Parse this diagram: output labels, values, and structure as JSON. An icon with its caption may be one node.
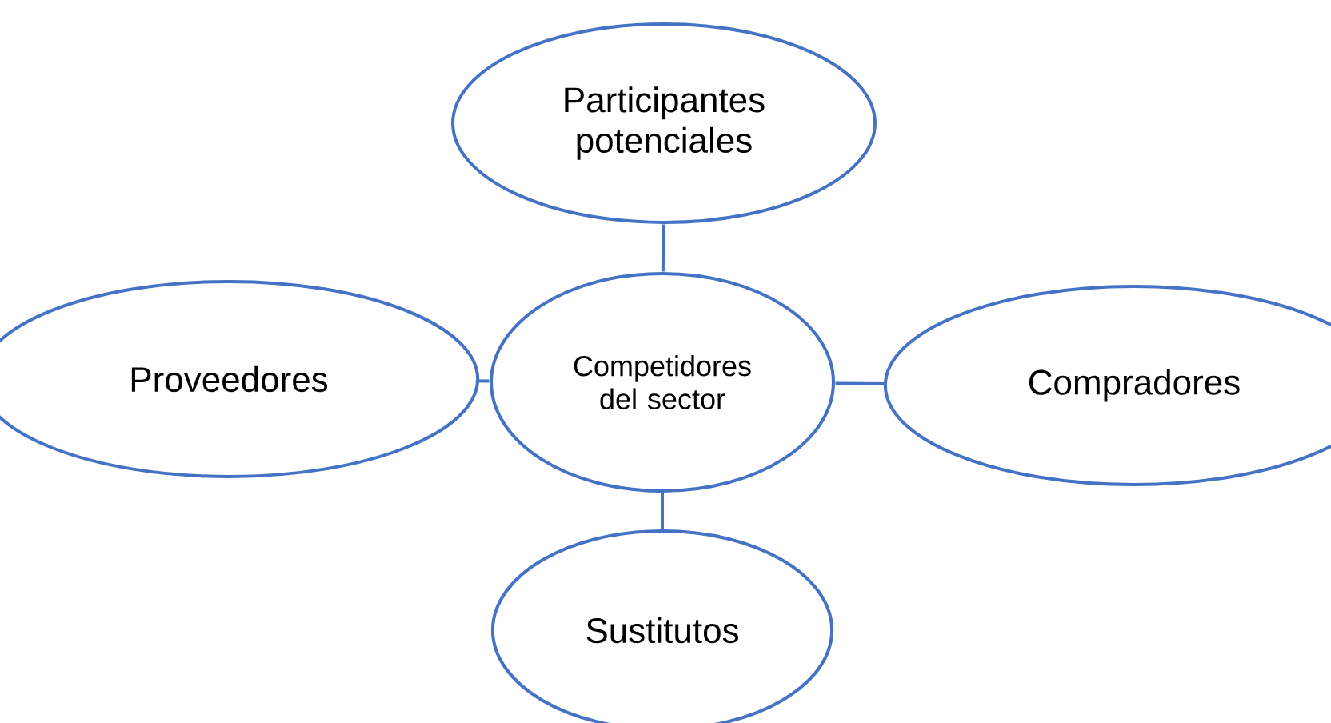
{
  "diagram": {
    "nodes": [
      {
        "text": [
          "Participantes potenciales"
        ]
      },
      {
        "text": [
          "Proveedores"
        ]
      },
      {
        "text": [
          "Competidores del sector"
        ]
      },
      {
        "text": [
          "Compradores"
        ]
      },
      {
        "text": [
          "Sustitutos"
        ]
      }
    ],
    "edges": [
      {
        "from": 2,
        "to": 0,
        "arrow": "none"
      },
      {
        "from": 2,
        "to": 1,
        "arrow": "none"
      },
      {
        "from": 2,
        "to": 3,
        "arrow": "none"
      },
      {
        "from": 2,
        "to": 4,
        "arrow": "none"
      }
    ]
  }
}
